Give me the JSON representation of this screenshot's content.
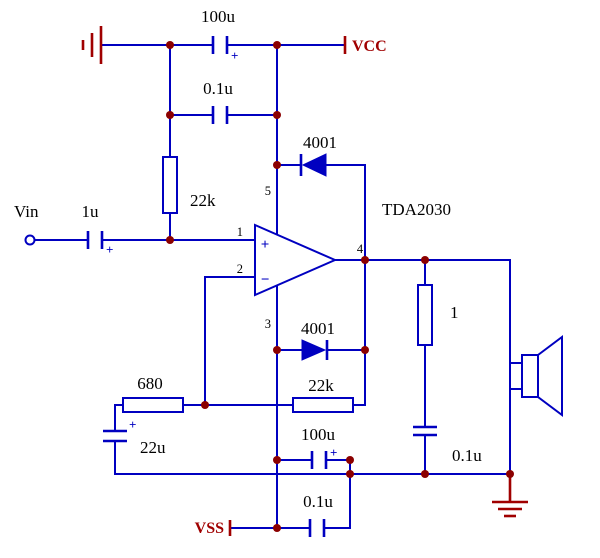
{
  "diagram": {
    "type": "circuit-schematic",
    "ic_label": "TDA2030",
    "input_label": "Vin",
    "power": {
      "vcc": "VCC",
      "vss": "VSS"
    },
    "pins": {
      "noninverting": "1",
      "inverting": "2",
      "negative_supply": "3",
      "output": "4",
      "positive_supply": "5"
    },
    "opamp": {
      "plus": "+",
      "minus": "−"
    },
    "polarity_mark": "+",
    "components": {
      "c_vcc_bulk": "100u",
      "c_vcc_hf": "0.1u",
      "r_bias": "22k",
      "c_input": "1u",
      "d_top": "4001",
      "d_bottom": "4001",
      "r_feedback": "22k",
      "r_ground": "680",
      "c_feedback": "22u",
      "r_zobel": "1",
      "c_zobel": "0.1u",
      "c_vss_bulk": "100u",
      "c_vss_hf": "0.1u"
    },
    "colors": {
      "wire": "#0000C0",
      "junction_dot": "#8B0000",
      "power": "#A00000",
      "label_text": "#000000",
      "background": "#FFFFFF"
    }
  }
}
